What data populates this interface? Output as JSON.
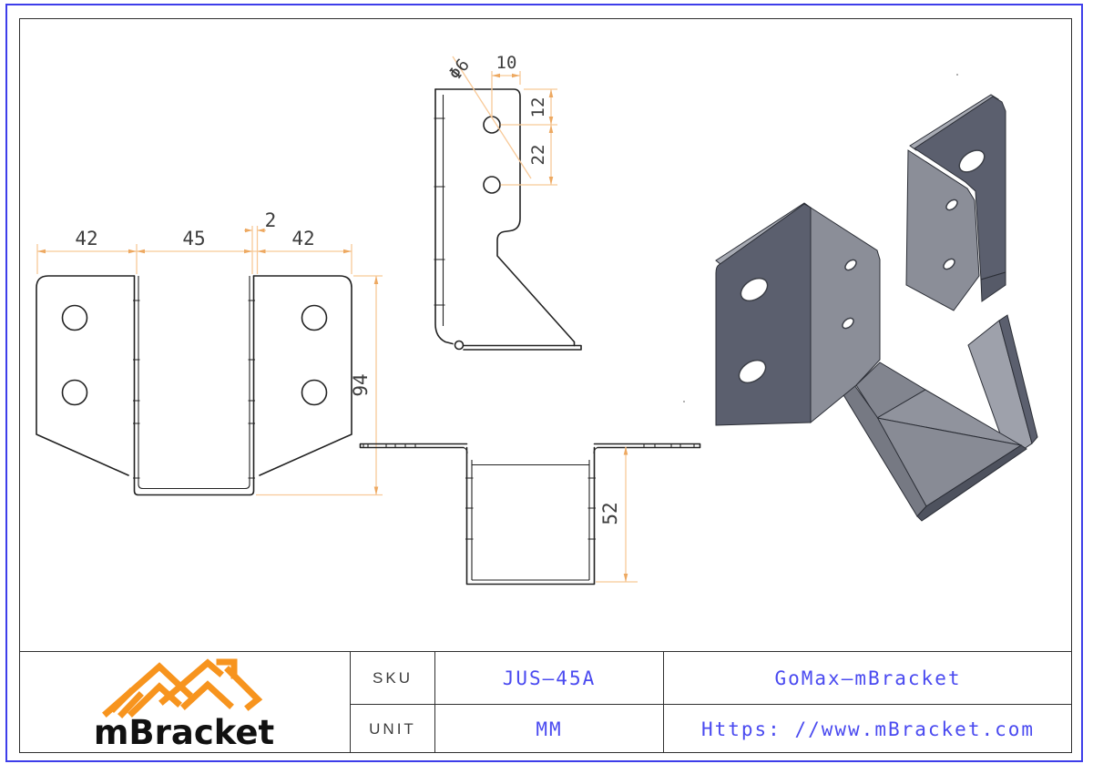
{
  "dimensions": {
    "front_left_flange": "42",
    "front_opening": "45",
    "front_thickness": "2",
    "front_right_flange": "42",
    "front_height": "94",
    "side_hole_diameter": "Φ6",
    "side_hole_offset": "10",
    "side_top_to_first_hole": "12",
    "side_hole_spacing": "22",
    "bottom_depth": "52"
  },
  "title_block": {
    "logo_text": "mBracket",
    "sku_label": "SKU",
    "sku_value": "JUS—45A",
    "unit_label": "UNIT",
    "unit_value": "MM",
    "brand": "GoMax—mBracket",
    "website": "Https: //www.mBracket.com"
  },
  "colors": {
    "blue_border": "#3e3eea",
    "table_line": "#2f2f2f",
    "line": "#222222",
    "dim_line": "#f8c998",
    "dim_arrow": "#eda860",
    "dim_text": "#3e3e3e",
    "label_text": "#3c3c3c",
    "value_text": "#4a4af0",
    "logo_orange": "#f7941e",
    "model_dark": "#5b5f6e",
    "model_mid": "#8b8e98",
    "model_light": "#9ea1ab"
  }
}
